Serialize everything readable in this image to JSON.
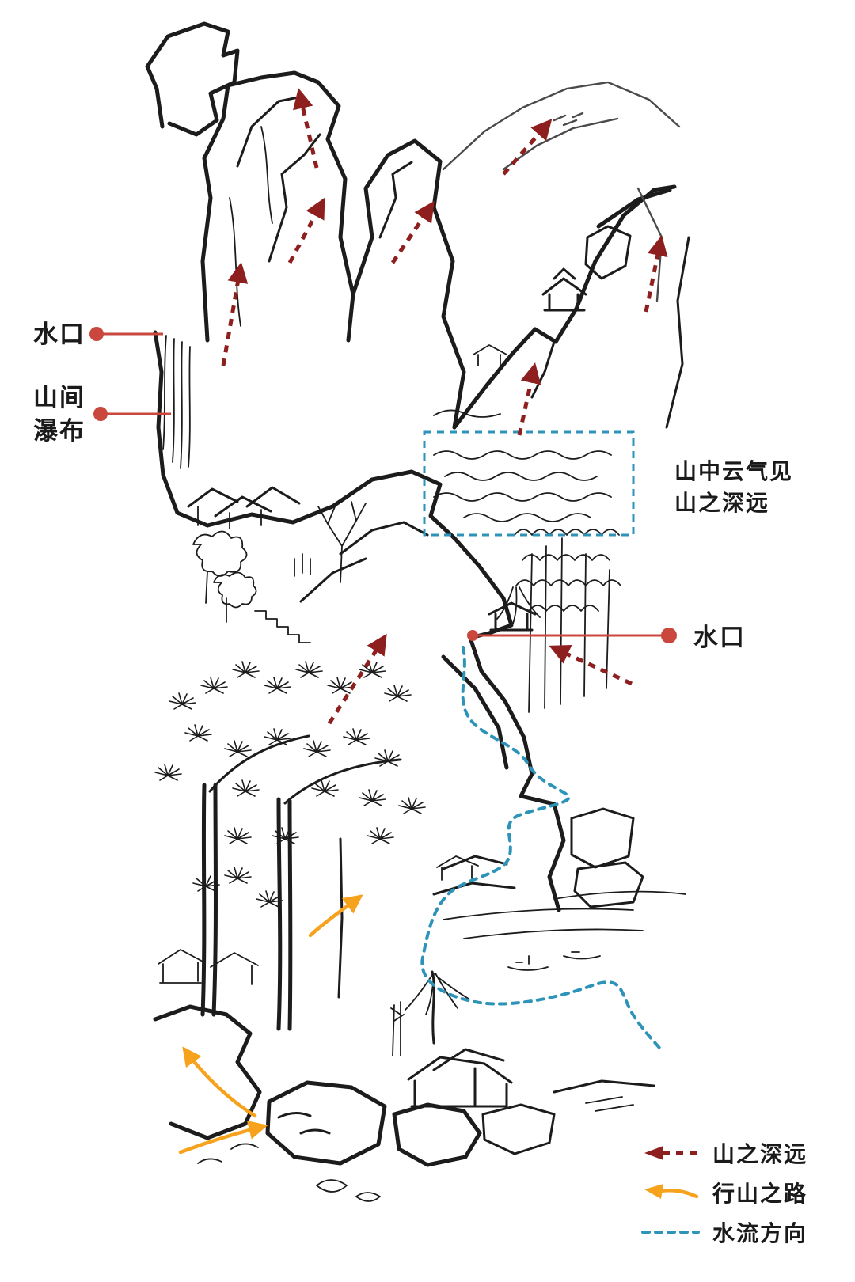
{
  "colors": {
    "ink": "#1c1c1c",
    "accent_red": "#c9473d",
    "arrow_red": "#8e1f1f",
    "orange": "#f6a21d",
    "water_blue": "#2d93b8",
    "bg": "#ffffff",
    "label": "#1a1a1a"
  },
  "labels": {
    "shuikou_left": "水口",
    "waterfall_line1": "山间",
    "waterfall_line2": "瀑布",
    "cloud_note_line1": "山中云气见",
    "cloud_note_line2": "山之深远",
    "shuikou_right": "水口"
  },
  "legend": {
    "items": [
      {
        "id": "mountain-depth",
        "label": "山之深远"
      },
      {
        "id": "walking-path",
        "label": "行山之路"
      },
      {
        "id": "water-flow",
        "label": "水流方向"
      }
    ]
  }
}
